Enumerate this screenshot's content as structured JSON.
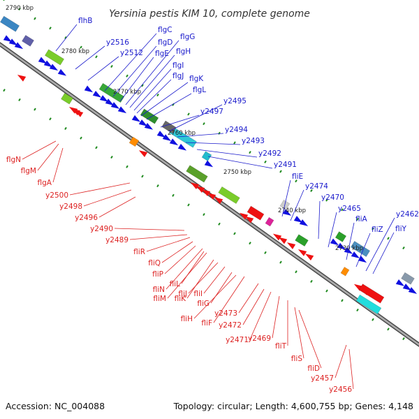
{
  "title": "Yersinia pestis KIM 10, complete genome",
  "footer": {
    "accession": "Accession: NC_004088",
    "summary": "Topology: circular; Length: 4,600,755 bp; Genes: 4,148"
  },
  "colors": {
    "forward_label": "#1a1acc",
    "reverse_label": "#dd2222",
    "forward_feature": "#1010e0",
    "reverse_feature": "#ee1111",
    "backbone": "#808080"
  },
  "scale_labels": [
    "2790 kbp",
    "2780 kbp",
    "2770 kbp",
    "2760 kbp",
    "2750 kbp",
    "2740 kbp",
    "2730 kbp"
  ],
  "forward_genes": [
    "flhB",
    "y2516",
    "y2512",
    "flgC",
    "flgD",
    "flgE",
    "flgG",
    "flgH",
    "flgI",
    "flgJ",
    "flgK",
    "flgL",
    "y2497",
    "y2495",
    "y2494",
    "y2493",
    "y2492",
    "y2491",
    "fliE",
    "y2474",
    "y2470",
    "y2465",
    "fliA",
    "fliZ",
    "y2462",
    "fliY"
  ],
  "reverse_genes": [
    "flgN",
    "flgM",
    "flgA",
    "y2500",
    "y2498",
    "y2496",
    "y2490",
    "y2489",
    "fliR",
    "fliQ",
    "fliP",
    "fliN",
    "fliM",
    "fliL",
    "fliK",
    "fliJ",
    "fliI",
    "fliG",
    "fliH",
    "fliF",
    "y2473",
    "y2472",
    "y2471",
    "y2469",
    "fliT",
    "fliS",
    "fliD",
    "y2457",
    "y2456"
  ]
}
